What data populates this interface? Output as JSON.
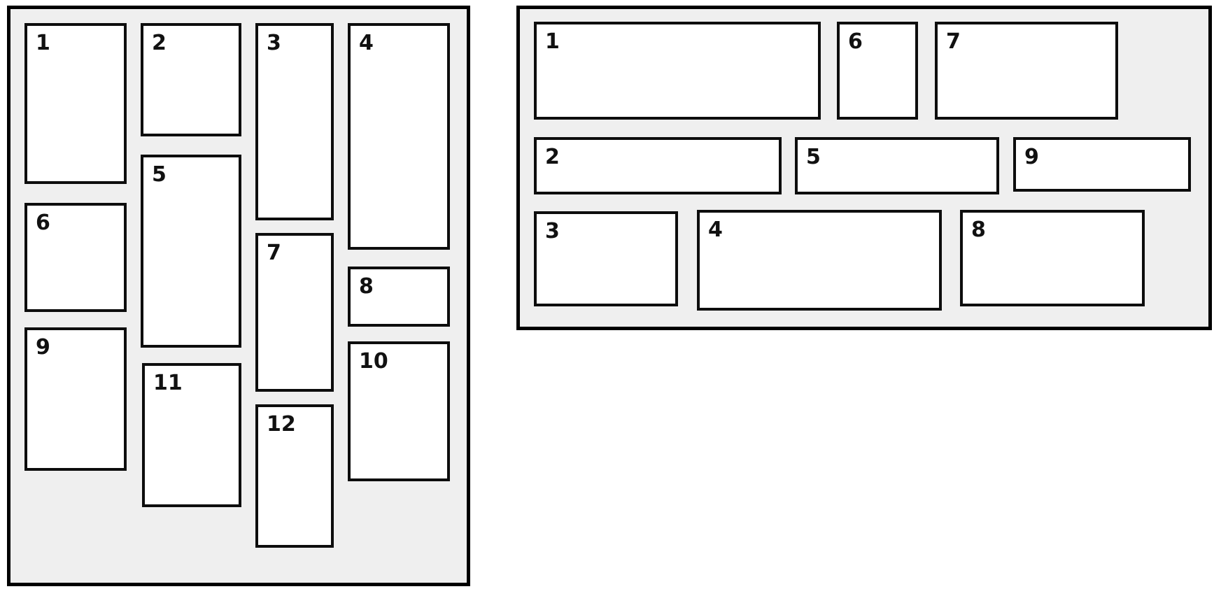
{
  "left_panel": {
    "items": [
      {
        "label": "1"
      },
      {
        "label": "2"
      },
      {
        "label": "3"
      },
      {
        "label": "4"
      },
      {
        "label": "5"
      },
      {
        "label": "6"
      },
      {
        "label": "7"
      },
      {
        "label": "8"
      },
      {
        "label": "9"
      },
      {
        "label": "10"
      },
      {
        "label": "11"
      },
      {
        "label": "12"
      }
    ]
  },
  "right_panel": {
    "items": [
      {
        "label": "1"
      },
      {
        "label": "2"
      },
      {
        "label": "3"
      },
      {
        "label": "4"
      },
      {
        "label": "5"
      },
      {
        "label": "6"
      },
      {
        "label": "7"
      },
      {
        "label": "8"
      },
      {
        "label": "9"
      }
    ]
  }
}
